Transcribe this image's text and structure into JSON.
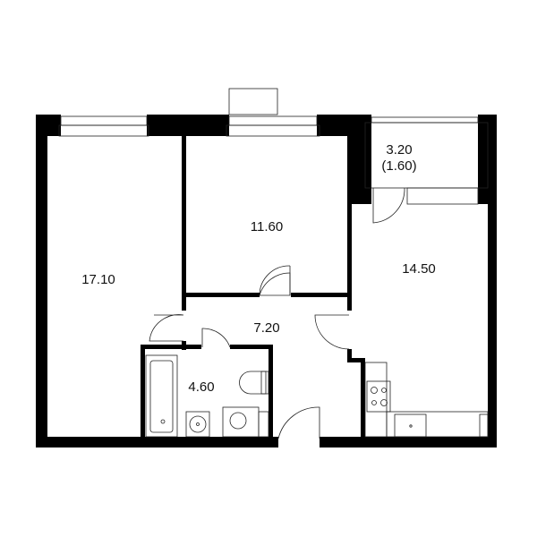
{
  "rooms": {
    "bedroom_large": {
      "area": "17.10"
    },
    "bedroom_small": {
      "area": "11.60"
    },
    "balcony": {
      "area": "3.20",
      "reduced_area": "(1.60)"
    },
    "kitchen_living": {
      "area": "14.50"
    },
    "hallway": {
      "area": "7.20"
    },
    "bathroom": {
      "area": "4.60"
    }
  },
  "colors": {
    "wall": "#000000",
    "line": "#222222",
    "background": "#ffffff"
  }
}
